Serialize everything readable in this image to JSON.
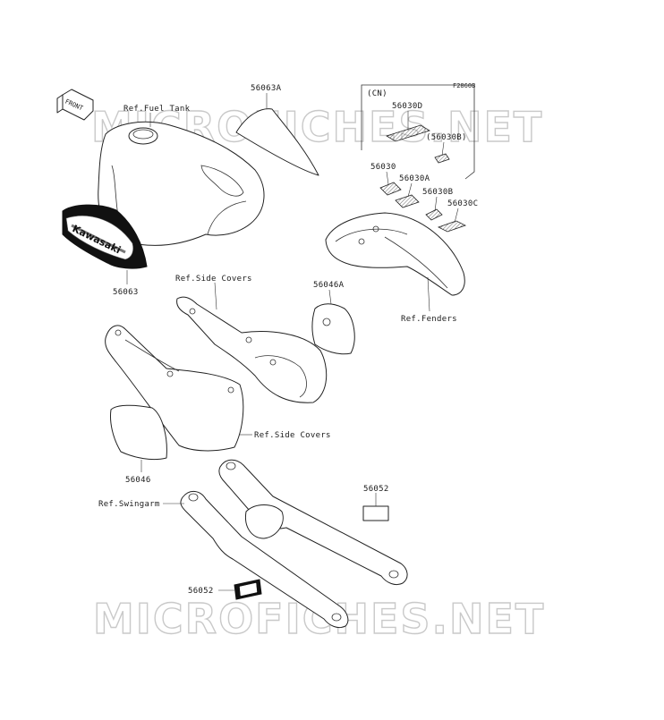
{
  "diagram_code": "F2860B",
  "watermark": "MICROFICHES.NET",
  "front_arrow": "FRONT",
  "brand_decal": "Kawasaki",
  "labels": {
    "ref_fuel_tank": "Ref.Fuel Tank",
    "p56063A": "56063A",
    "cn": "(CN)",
    "p56030D": "56030D",
    "p56030B_paren": "(56030B)",
    "p56030": "56030",
    "p56030A": "56030A",
    "p56030B": "56030B",
    "p56030C": "56030C",
    "p56063": "56063",
    "ref_side_covers_top": "Ref.Side Covers",
    "p56046A": "56046A",
    "ref_fenders": "Ref.Fenders",
    "ref_side_covers_bottom": "Ref.Side Covers",
    "p56046": "56046",
    "p56052_top": "56052",
    "ref_swingarm": "Ref.Swingarm",
    "p56052_bottom": "56052"
  }
}
